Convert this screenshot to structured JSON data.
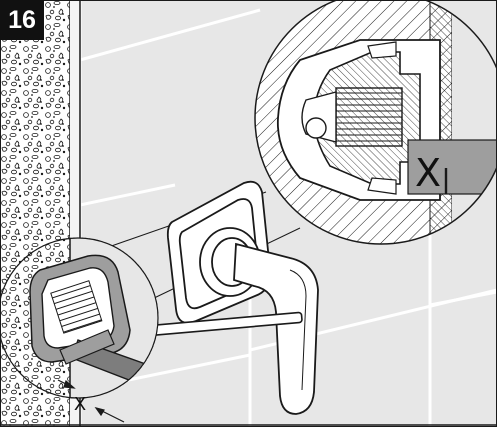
{
  "step": {
    "number": "16"
  },
  "labels": {
    "detail_gap": "X",
    "wall_gap": "X"
  },
  "colors": {
    "tile": "#e7e7e7",
    "grout": "#ffffff",
    "line": "#1a1a1a",
    "plaster": "#d8d8d8",
    "gauge": "#9e9e9e",
    "gauge_dark": "#7d7d7d"
  },
  "icons": {
    "step_badge": "step-number-badge",
    "detail": "magnifier-detail-circle",
    "arrow": "dimension-arrow"
  }
}
